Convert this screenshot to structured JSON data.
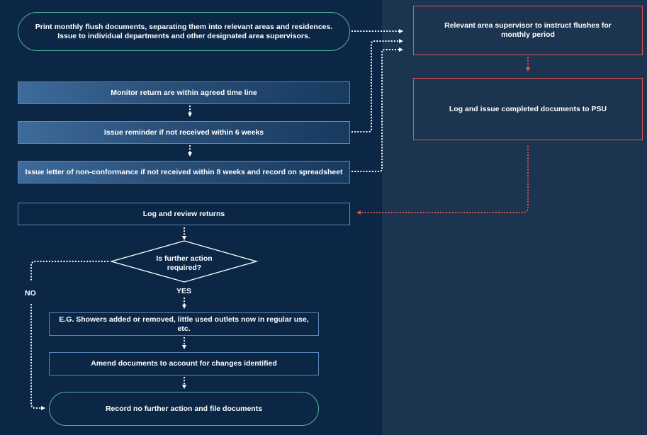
{
  "nodes": {
    "print_docs": "Print monthly flush documents, separating them into relevant areas and residences. Issue to individual departments and other designated area supervisors.",
    "area_supervisor": "Relevant area supervisor to instruct flushes for monthly period",
    "log_issue_psu": "Log and issue completed documents to PSU",
    "monitor_return": "Monitor return are within agreed time line",
    "issue_reminder": "Issue reminder if not received within 6 weeks",
    "issue_letter": "Issue letter of non-conformance if not received within 8 weeks and record on spreadsheet",
    "log_review": "Log and review returns",
    "decision": "Is further action required?",
    "example_changes": "E.G. Showers added or removed, little used outlets now in regular use, etc.",
    "amend_docs": "Amend documents to account for changes identified",
    "record_no_action": "Record no further action and file documents"
  },
  "labels": {
    "no": "NO",
    "yes": "YES"
  },
  "colors": {
    "background": "#0c2746",
    "right_panel": "#1b344f",
    "box_border": "#5b86b6",
    "red_border": "#e25255",
    "pill_border": "#4fb59a",
    "connector_white": "#ffffff",
    "connector_red": "#e25255"
  }
}
